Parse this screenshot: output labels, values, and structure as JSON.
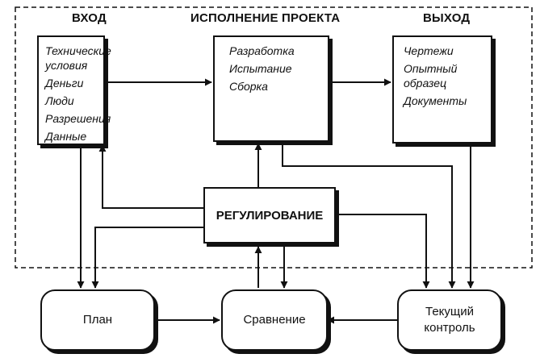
{
  "headers": {
    "input": "ВХОД",
    "execution": "ИСПОЛНЕНИЕ ПРОЕКТА",
    "output": "ВЫХОД"
  },
  "input_items": [
    "Технические условия",
    "Деньги",
    "Люди",
    "Разрешения",
    "Данные"
  ],
  "execution_items": [
    "Разработка",
    "Испытание",
    "Сборка"
  ],
  "output_items": [
    "Чертежи",
    "Опытный образец",
    "Документы"
  ],
  "regulation": "РЕГУЛИРОВАНИЕ",
  "plan": "План",
  "comparison": "Сравнение",
  "current_control": "Текущий контроль"
}
